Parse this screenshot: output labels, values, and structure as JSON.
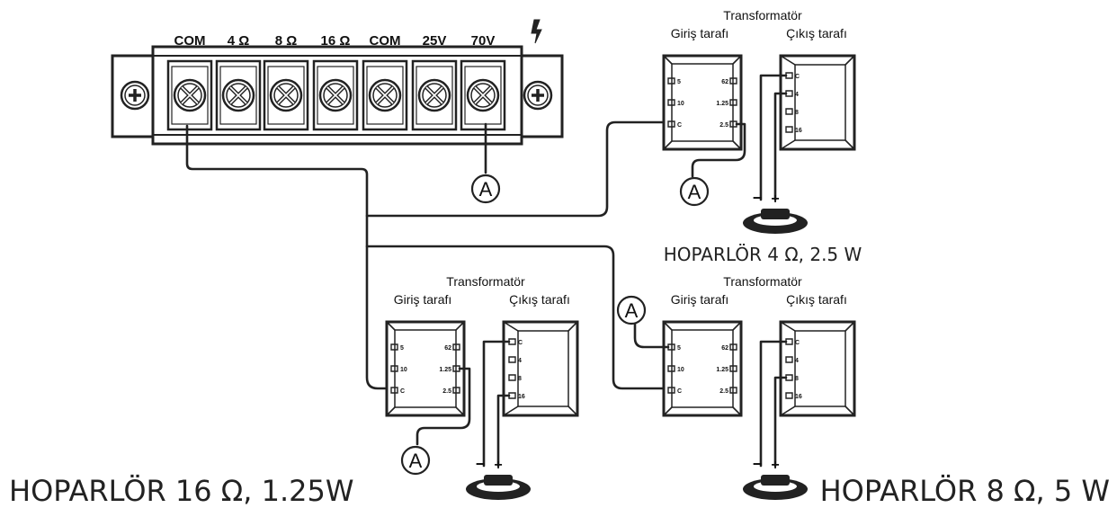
{
  "terminal_labels": [
    "COM",
    "4 Ω",
    "8 Ω",
    "16 Ω",
    "COM",
    "25V",
    "70V"
  ],
  "marker": "A",
  "transformer": {
    "title": "Transformatör",
    "input_side": "Giriş tarafı",
    "output_side": "Çıkış tarafı",
    "input_taps": [
      {
        "left": "5",
        "right": "62"
      },
      {
        "left": "10",
        "right": "1.25"
      },
      {
        "left": "C",
        "right": "2.5"
      }
    ],
    "output_taps": [
      "C",
      "4",
      "8",
      "16"
    ]
  },
  "speaker_polarity": {
    "minus": "−",
    "plus": "+"
  },
  "speakers": {
    "top_right": "HOPARLÖR 4 Ω, 2.5 W",
    "bottom_left": "HOPARLÖR 16 Ω, 1.25W",
    "bottom_right": "HOPARLÖR 8 Ω, 5 W"
  },
  "colors": {
    "line": "#222222",
    "background": "#ffffff"
  }
}
